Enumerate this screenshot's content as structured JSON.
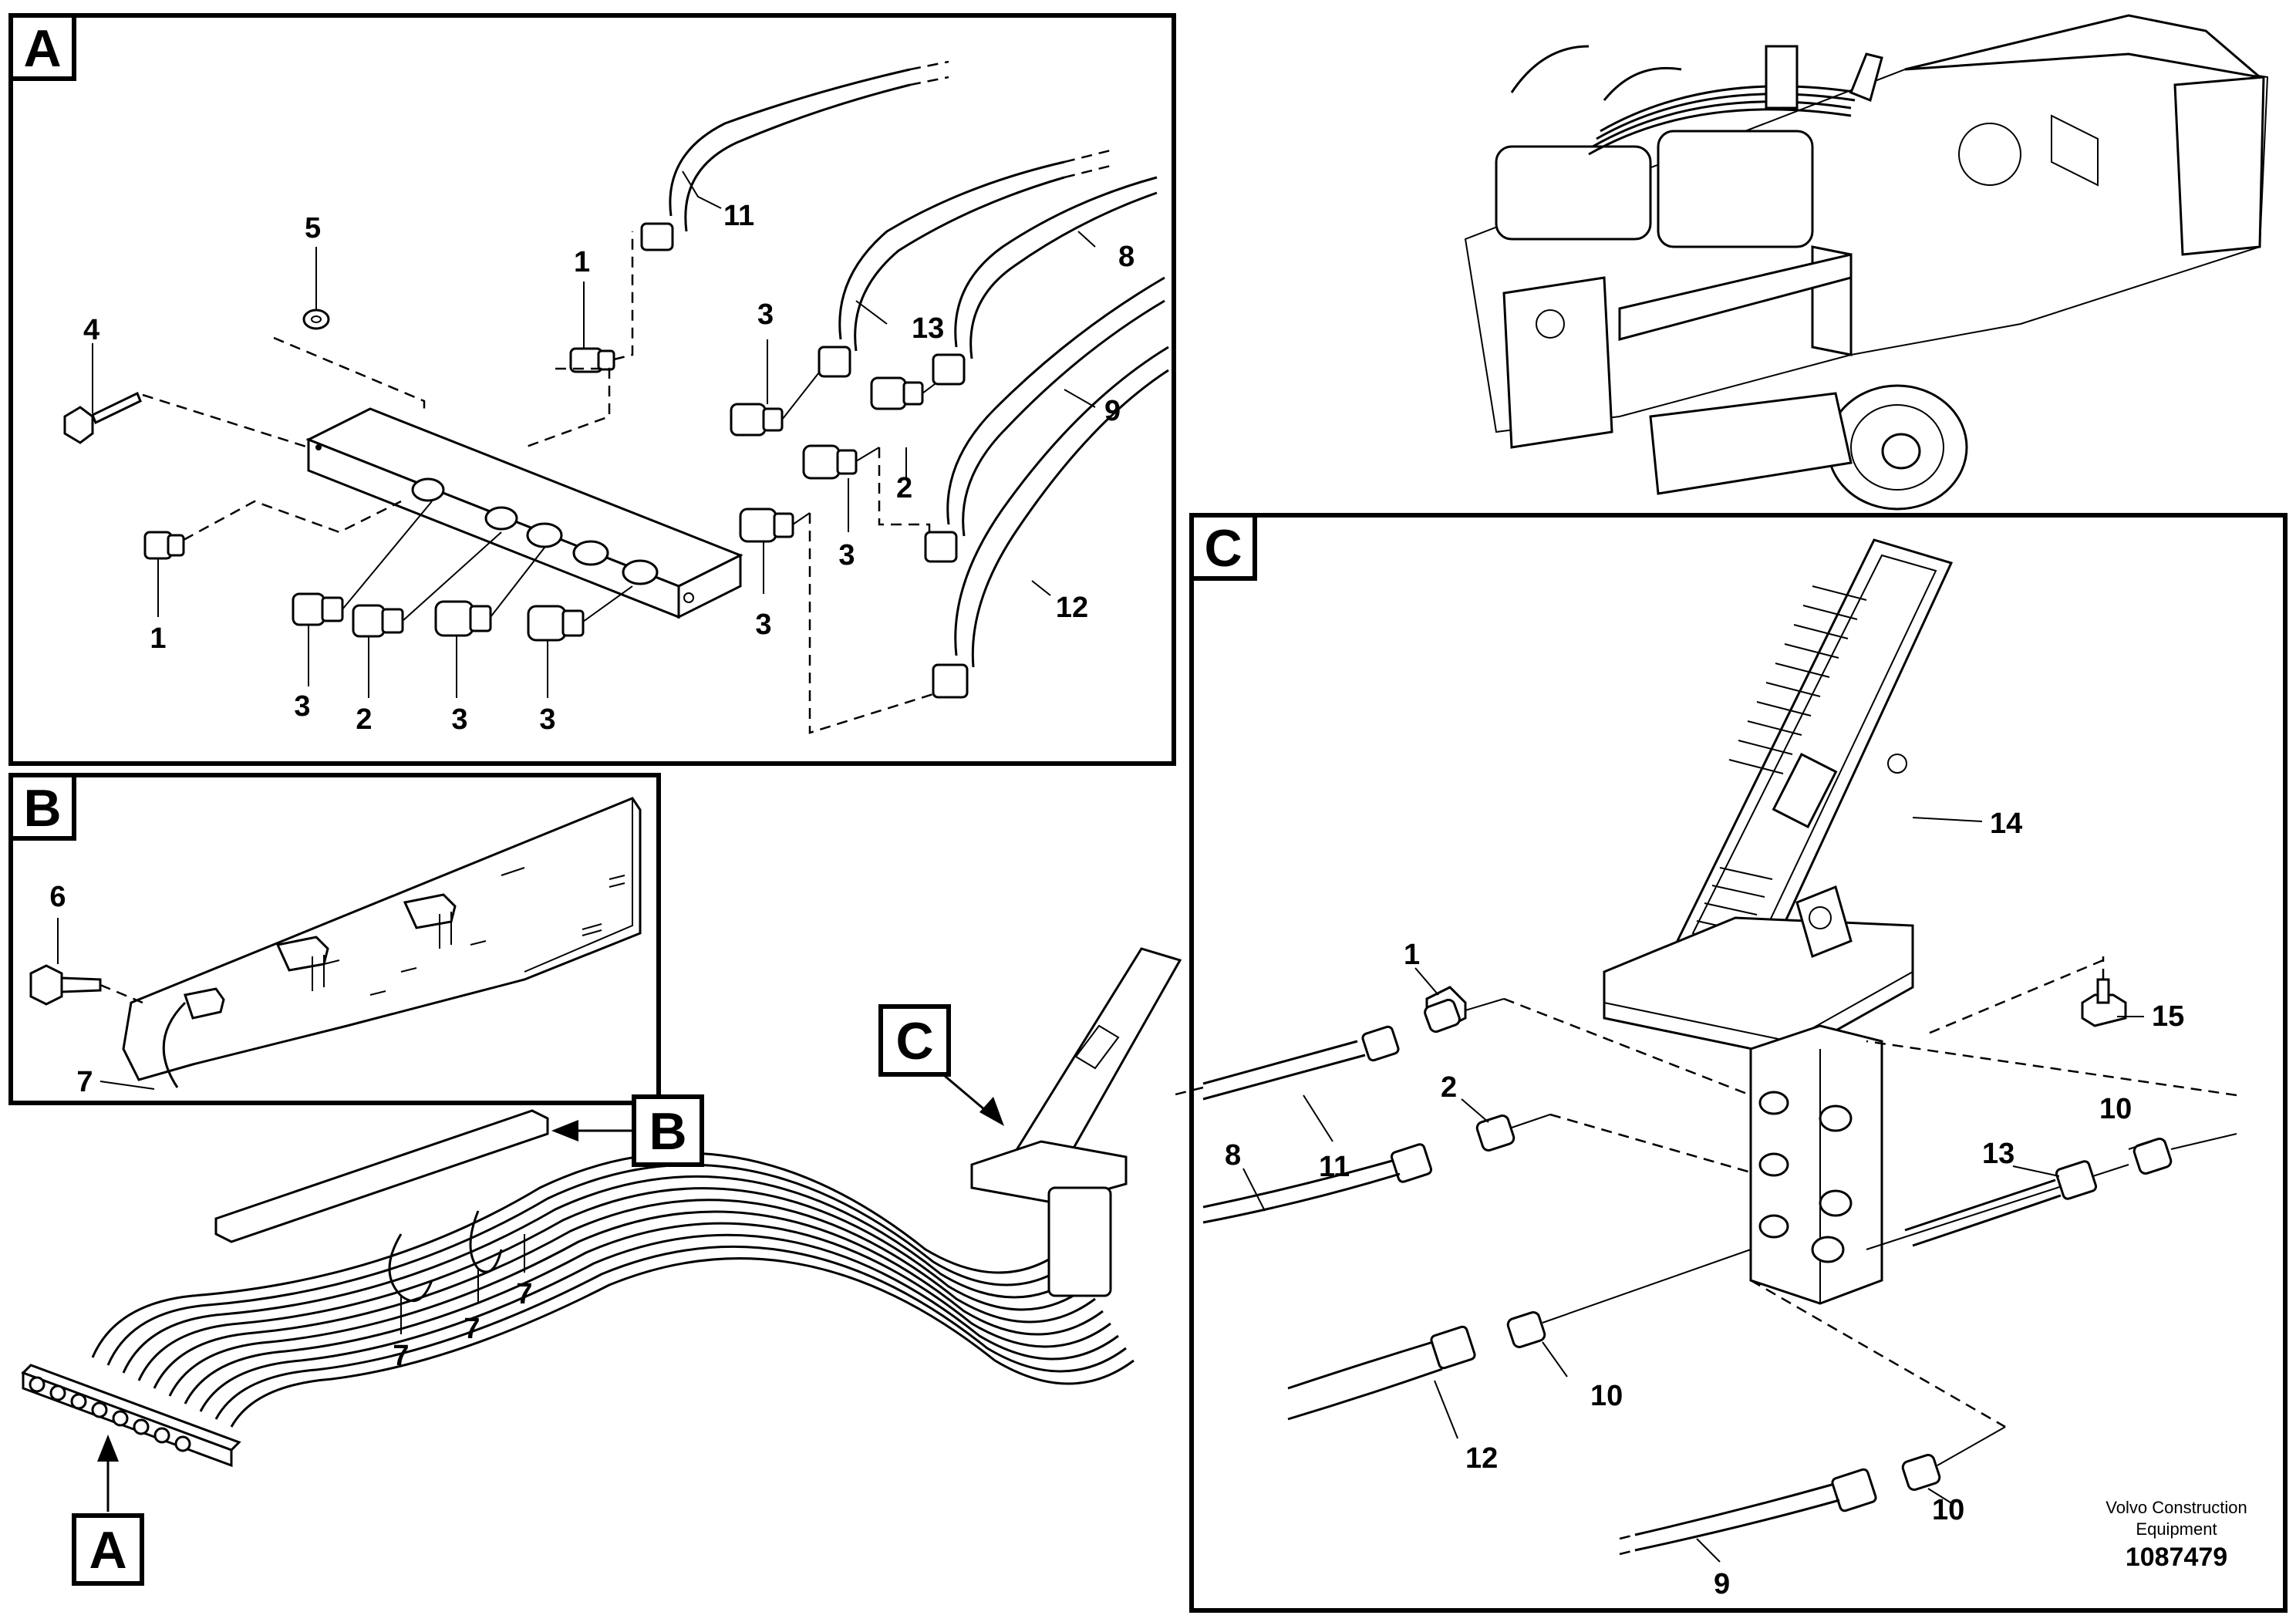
{
  "panels": {
    "A": {
      "letter": "A"
    },
    "B": {
      "letter": "B"
    },
    "C": {
      "letter": "C"
    }
  },
  "callouts": {
    "A": {
      "letter": "A"
    },
    "B": {
      "letter": "B"
    },
    "C": {
      "letter": "C"
    }
  },
  "panel_a_labels": [
    "11",
    "5",
    "1",
    "8",
    "4",
    "3",
    "13",
    "9",
    "2",
    "1",
    "3",
    "3",
    "3",
    "12",
    "2",
    "3",
    "3"
  ],
  "panel_b_labels": [
    "6",
    "7"
  ],
  "overview_labels": [
    "7",
    "7",
    "7"
  ],
  "panel_c_labels": [
    "14",
    "1",
    "15",
    "2",
    "10",
    "11",
    "8",
    "13",
    "10",
    "12",
    "10",
    "9"
  ],
  "footer": {
    "brand_line1": "Volvo Construction",
    "brand_line2": "Equipment",
    "drawing_number": "1087479"
  }
}
